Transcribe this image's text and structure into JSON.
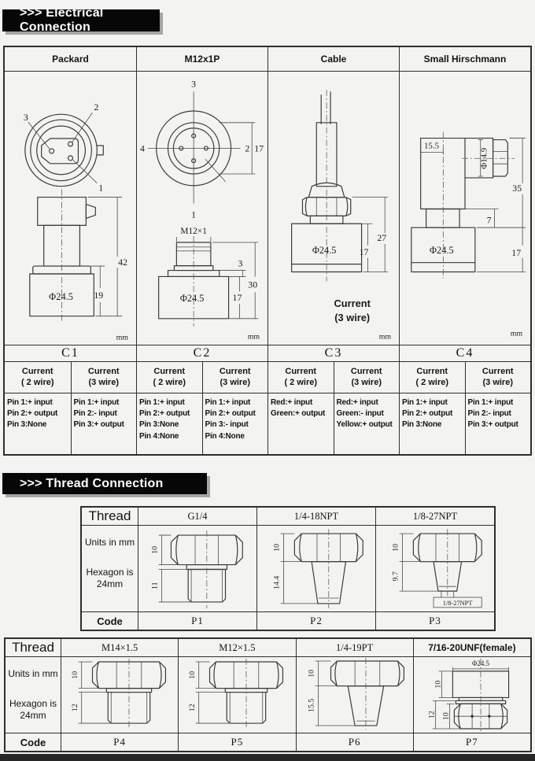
{
  "banners": {
    "electrical": ">>> Electrical Connection",
    "thread": ">>> Thread Connection"
  },
  "electrical": {
    "headers": [
      "Packard",
      "M12x1P",
      "Cable",
      "Small Hirschmann"
    ],
    "codes": [
      "C1",
      "C2",
      "C3",
      "C4"
    ],
    "sections": [
      {
        "wire2": {
          "title": "Current",
          "sub": "( 2 wire)",
          "pins": [
            "Pin 1:+ input",
            "Pin 2:+ output",
            "Pin 3:None"
          ]
        },
        "wire3": {
          "title": "Current",
          "sub": "(3 wire)",
          "pins": [
            "Pin 1:+ input",
            "Pin 2:- input",
            "Pin 3:+ output"
          ]
        }
      },
      {
        "wire2": {
          "title": "Current",
          "sub": "( 2 wire)",
          "pins": [
            "Pin 1:+ input",
            "Pin 2:+ output",
            "Pin 3:None",
            "Pin 4:None"
          ]
        },
        "wire3": {
          "title": "Current",
          "sub": "(3 wire)",
          "pins": [
            "Pin 1:+ input",
            "Pin 2:+ output",
            "Pin 3:- input",
            "Pin 4:None"
          ]
        }
      },
      {
        "wire2": {
          "title": "Current",
          "sub": "( 2 wire)",
          "pins": [
            "Red:+ input",
            "Green:+ output"
          ]
        },
        "wire3": {
          "title": "Current",
          "sub": "(3 wire)",
          "pins": [
            "Red:+ input",
            "Green:- input",
            "Yellow:+ output"
          ]
        }
      },
      {
        "wire2": {
          "title": "Current",
          "sub": "( 2 wire)",
          "pins": [
            "Pin 1:+ input",
            "Pin 2:+ output",
            "Pin 3:None"
          ]
        },
        "wire3": {
          "title": "Current",
          "sub": "(3 wire)",
          "pins": [
            "Pin 1:+ input",
            "Pin 2:- input",
            "Pin 3:+ output"
          ]
        }
      }
    ]
  },
  "diagrams": {
    "packard": {
      "pin1": "1",
      "pin2": "2",
      "pin3": "3",
      "dim_total": "42",
      "dim_base": "19",
      "dia": "Φ24.5",
      "unit": "mm"
    },
    "m12": {
      "pin1": "1",
      "pin2": "2",
      "pin3": "3",
      "pin4": "4",
      "dim_face": "17",
      "thread_label": "M12×1",
      "dim_collar": "3",
      "dim_total": "30",
      "dim_base": "17",
      "dia": "Φ24.5",
      "unit": "mm"
    },
    "cable": {
      "dim_total": "27",
      "dim_base": "17",
      "dia": "Φ24.5",
      "note_title": "Current",
      "note_sub": "(3 wire)",
      "unit": "mm"
    },
    "hirschmann": {
      "dim_top": "15.5",
      "dia_plug": "Φ14.9",
      "dim_total": "35",
      "dim_neck": "7",
      "dim_base": "17",
      "dia": "Φ24.5",
      "unit": "mm"
    }
  },
  "thread1": {
    "label": "Thread",
    "units_note": "Units in mm",
    "hex_note": [
      "Hexagon is",
      "24mm"
    ],
    "code_label": "Code",
    "cols": [
      {
        "spec": "G1/4",
        "code": "P1",
        "dim_hex": "10",
        "dim_thread": "11"
      },
      {
        "spec": "1/4-18NPT",
        "code": "P2",
        "dim_hex": "10",
        "dim_thread": "14.4"
      },
      {
        "spec": "1/8-27NPT",
        "code": "P3",
        "dim_hex": "10",
        "dim_thread": "9.7",
        "tag": "1/8-27NPT"
      }
    ]
  },
  "thread2": {
    "label": "Thread",
    "units_note": "Units in mm",
    "hex_note": [
      "Hexagon is",
      "24mm"
    ],
    "code_label": "Code",
    "cols": [
      {
        "spec": "M14×1.5",
        "code": "P4",
        "dim_hex": "10",
        "dim_thread": "12"
      },
      {
        "spec": "M12×1.5",
        "code": "P5",
        "dim_hex": "10",
        "dim_thread": "12"
      },
      {
        "spec": "1/4-19PT",
        "code": "P6",
        "dim_hex": "10",
        "dim_thread": "15.5"
      },
      {
        "spec": "7/16-20UNF(female)",
        "code": "P7",
        "dia": "Φ24.5",
        "dim_body": "10",
        "dim_outer": "12",
        "dim_nut": "10"
      }
    ]
  }
}
